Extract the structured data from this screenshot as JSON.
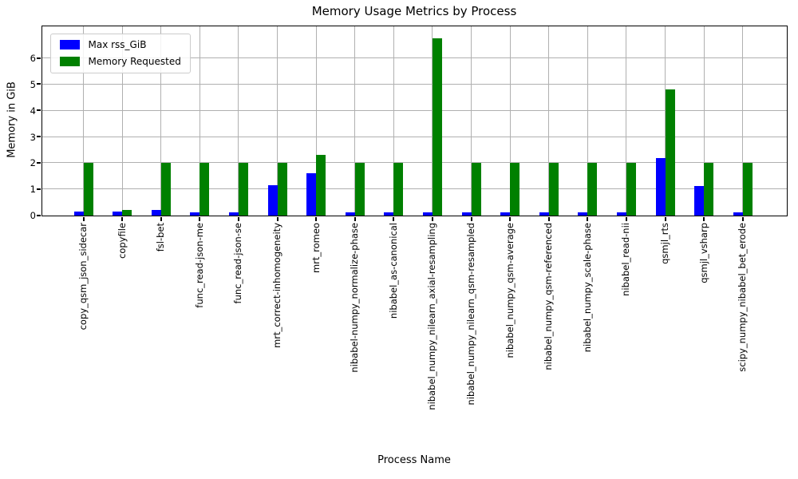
{
  "chart_data": {
    "type": "bar",
    "title": "Memory Usage Metrics by Process",
    "xlabel": "Process Name",
    "ylabel": "Memory in GiB",
    "categories": [
      "copy_qsm_json_sidecar",
      "copyfile",
      "fsl-bet",
      "func_read-json-me",
      "func_read-json-se",
      "mrt_correct-inhomogeneity",
      "mrt_romeo",
      "nibabel-numpy_normalize-phase",
      "nibabel_as-canonical",
      "nibabel_numpy_nilearn_axial-resampling",
      "nibabel_numpy_nilearn_qsm-resampled",
      "nibabel_numpy_qsm-average",
      "nibabel_numpy_qsm-referenced",
      "nibabel_numpy_scale-phase",
      "nibabel_read-nii",
      "qsmjl_rts",
      "qsmjl_vsharp",
      "scipy_numpy_nibabel_bet_erode"
    ],
    "series": [
      {
        "name": "Max rss_GiB",
        "color": "#0000ff",
        "values": [
          0.13,
          0.13,
          0.2,
          0.12,
          0.12,
          1.15,
          1.6,
          0.12,
          0.12,
          0.12,
          0.12,
          0.12,
          0.12,
          0.12,
          0.12,
          2.17,
          1.1,
          0.12
        ]
      },
      {
        "name": "Memory Requested",
        "color": "#008000",
        "values": [
          2.0,
          0.2,
          2.0,
          2.0,
          2.0,
          2.0,
          2.3,
          2.0,
          2.0,
          6.75,
          2.0,
          2.0,
          2.0,
          2.0,
          2.0,
          4.8,
          2.0,
          2.0
        ]
      }
    ],
    "ylim": [
      0,
      7.22
    ],
    "yticks": [
      0,
      1,
      2,
      3,
      4,
      5,
      6
    ],
    "grid": true,
    "grid_color": "#b0b0b0",
    "legend_position": "upper left",
    "xtick_rotation": 90
  }
}
